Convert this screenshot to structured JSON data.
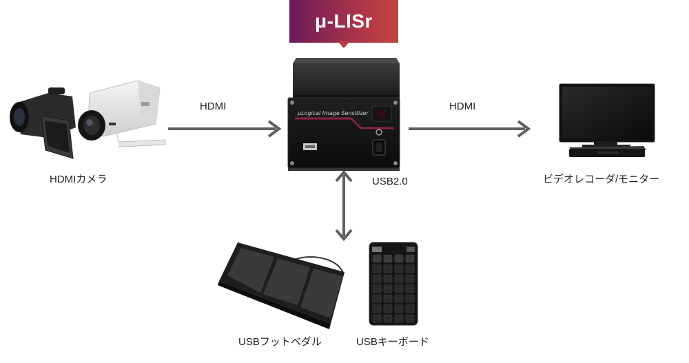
{
  "title": "μ-LISr",
  "device": {
    "panel_text": "μLogical Image Sensitizer"
  },
  "connections": {
    "left_hdmi": "HDMI",
    "right_hdmi": "HDMI",
    "usb": "USB2.0"
  },
  "devices": {
    "camera": "HDMIカメラ",
    "recorder": "ビデオレコーダ/モニター",
    "foot_pedal": "USBフットペダル",
    "keyboard": "USBキーボード"
  },
  "colors": {
    "arrow": "#5f5f5f",
    "banner_start": "#6a1a5a",
    "banner_end": "#c4463c",
    "accent_line": "#8a2244"
  }
}
